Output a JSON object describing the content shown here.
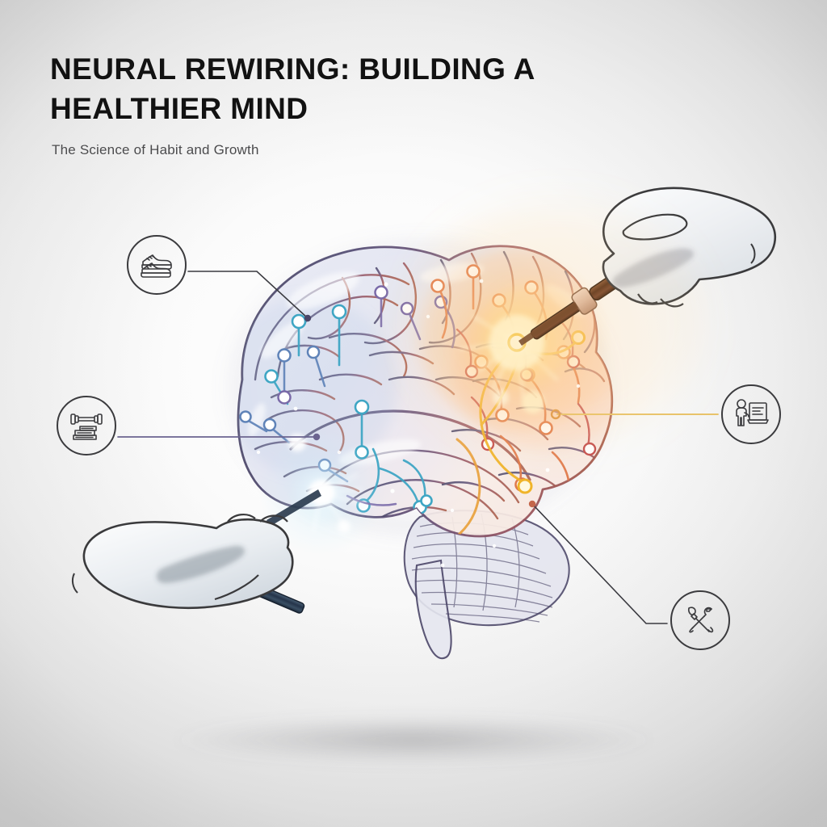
{
  "header": {
    "title": "NEURAL REWIRING: BUILDING A\nHEALTHIER MIND",
    "subtitle": "The Science of Habit and Growth"
  },
  "colors": {
    "background_light": "#f7f7f7",
    "background_edge": "#cfcfcf",
    "title_text": "#121212",
    "subtitle_text": "#4a4a4c",
    "icon_stroke": "#3b3b3e",
    "brain_outline": "#4b4668",
    "neural_cool_teal": "#3fb6c4",
    "neural_cool_blue": "#5f83b8",
    "neural_purple": "#7a6aa8",
    "neural_warm_orange": "#e8883c",
    "neural_warm_red": "#c4504e",
    "neural_gold": "#f0b429",
    "glow_core": "#fff6d8",
    "glow_warm": "#ffc465",
    "tool_upper_handle": "#7a4a2a",
    "tool_upper_ferrule": "#d9b39a",
    "tool_lower_handle": "#2f4154",
    "tool_lower_ferrule": "#8fa3b4",
    "hand_fill": "#eef0f2",
    "hand_outline": "#3a3a3c",
    "connector_dark": "#3a3a40",
    "connector_purple": "#6b6490",
    "connector_gold": "#e8c36a"
  },
  "illustration": {
    "subject": "translucent side-view human brain with neural network nodes",
    "glow_region": "upper right frontal lobe, warm amber glow at tool tip",
    "cool_region": "left hemisphere, teal and purple nodes",
    "shadow": "soft elliptical ground shadow beneath brain"
  },
  "tools": [
    {
      "name": "upper-right-tool",
      "handle_color": "#7a4a2a",
      "held_by": "gloved hand, upper right",
      "tip_location": "right frontal lobe glow point"
    },
    {
      "name": "lower-left-tool",
      "handle_color": "#2f4154",
      "held_by": "gloved hand, lower left",
      "tip_location": "left temporal lobe node"
    }
  ],
  "icons": [
    {
      "id": "shoes",
      "name": "running-shoes-icon",
      "label": "Running shoes",
      "position": "upper left"
    },
    {
      "id": "fitness",
      "name": "dumbbell-books-icon",
      "label": "Dumbbell and books",
      "position": "mid left"
    },
    {
      "id": "learning",
      "name": "presenter-board-icon",
      "label": "Person at presentation board",
      "position": "mid right"
    },
    {
      "id": "craft",
      "name": "paintbrush-wrench-icon",
      "label": "Paintbrush and wrench",
      "position": "lower right"
    }
  ],
  "connectors": [
    {
      "from": "shoes",
      "to": "left-frontal-node",
      "color": "#3a3a40",
      "style": "elbow"
    },
    {
      "from": "fitness",
      "to": "left-temporal-node",
      "color": "#6b6490",
      "style": "straight"
    },
    {
      "from": "learning",
      "to": "right-glow-node",
      "color": "#e8c36a",
      "style": "straight"
    },
    {
      "from": "craft",
      "to": "right-temporal-node",
      "color": "#3a3a40",
      "style": "elbow"
    }
  ]
}
